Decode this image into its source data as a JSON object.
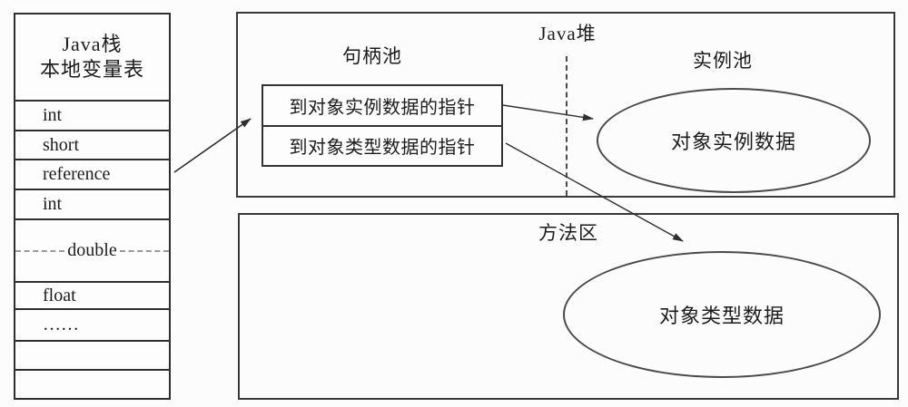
{
  "colors": {
    "background": "#fcfcfc",
    "line": "#2e2e2e",
    "text": "#1c1c1c"
  },
  "stack": {
    "title_line1": "Java栈",
    "title_line2": "本地变量表",
    "rows": [
      {
        "label": "int"
      },
      {
        "label": "short"
      },
      {
        "label": "reference"
      },
      {
        "label": "int"
      },
      {
        "label": "double"
      },
      {
        "label": "float"
      },
      {
        "label": "……"
      },
      {
        "label": ""
      },
      {
        "label": ""
      }
    ]
  },
  "heap": {
    "title": "Java堆",
    "handle_pool_label": "句柄池",
    "instance_pool_label": "实例池",
    "pointer_rows": [
      {
        "label": "到对象实例数据的指针"
      },
      {
        "label": "到对象类型数据的指针"
      }
    ],
    "instance_ellipse_label": "对象实例数据"
  },
  "method_area": {
    "title": "方法区",
    "type_ellipse_label": "对象类型数据"
  }
}
